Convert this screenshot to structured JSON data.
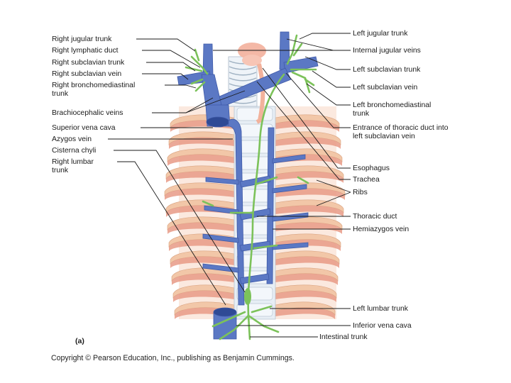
{
  "figure": {
    "panel_label": "(a)",
    "copyright": "Copyright © Pearson Education, Inc., publishing as Benjamin Cummings.",
    "colors": {
      "vein": "#5b78c4",
      "vein_dark": "#3f5aa8",
      "lymph": "#7cc25a",
      "rib": "#f2c7a8",
      "muscle": "#e89a86",
      "trachea": "#dfe9f1"
    },
    "labels_left": [
      {
        "id": "right-jugular-trunk",
        "text": "Right jugular trunk"
      },
      {
        "id": "right-lymphatic-duct",
        "text": "Right lymphatic duct"
      },
      {
        "id": "right-subclavian-trunk",
        "text": "Right subclavian trunk"
      },
      {
        "id": "right-subclavian-vein",
        "text": "Right subclavian vein"
      },
      {
        "id": "right-bronchomediastinal-trunk",
        "text": "Right bronchomediastinal trunk"
      },
      {
        "id": "brachiocephalic-veins",
        "text": "Brachiocephalic veins"
      },
      {
        "id": "superior-vena-cava",
        "text": "Superior vena cava"
      },
      {
        "id": "azygos-vein",
        "text": "Azygos vein"
      },
      {
        "id": "cisterna-chyli",
        "text": "Cisterna chyli"
      },
      {
        "id": "right-lumbar-trunk",
        "text": "Right lumbar trunk"
      }
    ],
    "labels_right": [
      {
        "id": "left-jugular-trunk",
        "text": "Left jugular trunk"
      },
      {
        "id": "internal-jugular-veins",
        "text": "Internal jugular veins"
      },
      {
        "id": "left-subclavian-trunk",
        "text": "Left subclavian trunk"
      },
      {
        "id": "left-subclavian-vein",
        "text": "Left subclavian vein"
      },
      {
        "id": "left-bronchomediastinal-trunk",
        "text": "Left bronchomediastinal trunk"
      },
      {
        "id": "entrance-thoracic-duct",
        "text": "Entrance of thoracic duct into left subclavian vein"
      },
      {
        "id": "esophagus",
        "text": "Esophagus"
      },
      {
        "id": "trachea",
        "text": "Trachea"
      },
      {
        "id": "ribs",
        "text": "Ribs"
      },
      {
        "id": "thoracic-duct",
        "text": "Thoracic duct"
      },
      {
        "id": "hemiazygos-vein",
        "text": "Hemiazygos vein"
      },
      {
        "id": "left-lumbar-trunk",
        "text": "Left lumbar trunk"
      },
      {
        "id": "inferior-vena-cava",
        "text": "Inferior vena cava"
      },
      {
        "id": "intestinal-trunk",
        "text": "Intestinal trunk"
      }
    ]
  }
}
